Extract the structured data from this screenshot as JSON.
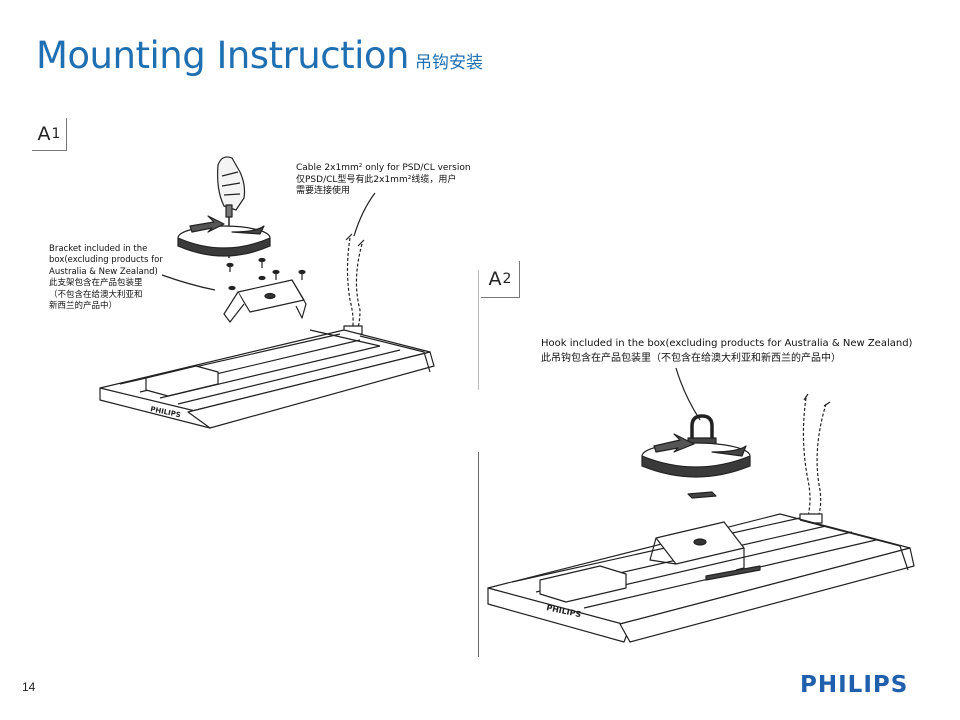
{
  "header": {
    "title": "Mounting Instruction",
    "title_cn": "吊钩安装"
  },
  "panel_a1": {
    "tag_letter": "A",
    "tag_number": "1",
    "cable_note": [
      "Cable 2x1mm² only for PSD/CL version",
      "仅PSD/CL型号有此2x1mm²线缆，用户",
      "需要连接使用"
    ],
    "bracket_note": [
      "Bracket included in the",
      "box(excluding products for",
      "Australia & New Zealand)",
      "此支架包含在产品包装里",
      "（不包含在给澳大利亚和",
      "新西兰的产品中）"
    ],
    "fixture_brand": "PHILIPS"
  },
  "panel_a2": {
    "tag_letter": "A",
    "tag_number": "2",
    "hook_note": [
      "Hook included in the box(excluding products for Australia & New Zealand)",
      "此吊钩包含在产品包装里（不包含在给澳大利亚和新西兰的产品中）"
    ],
    "fixture_brand": "PHILIPS"
  },
  "footer": {
    "page_number": "14",
    "logo_text": "PHILIPS"
  },
  "colors": {
    "title": "#1f6fb3",
    "logo": "#1f5fae"
  }
}
